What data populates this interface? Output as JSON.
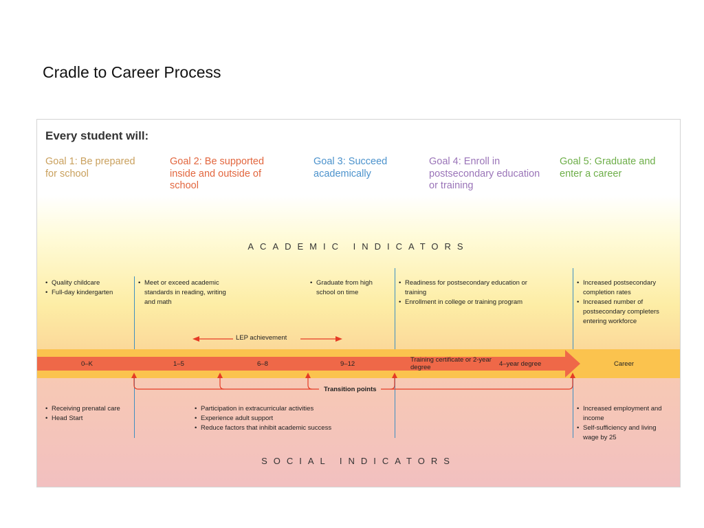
{
  "slide": {
    "title": "Cradle to Career Process"
  },
  "diagram": {
    "heading": "Every student will:",
    "goals": [
      {
        "label": "Goal 1: Be prepared for school",
        "color": "#c9a05d"
      },
      {
        "label": "Goal 2: Be supported inside and outside of school",
        "color": "#e2663e"
      },
      {
        "label": "Goal 3: Succeed academically",
        "color": "#4b92cc"
      },
      {
        "label": "Goal 4: Enroll in postsecondary education or training",
        "color": "#9a74b8"
      },
      {
        "label": "Goal 5: Graduate and enter a career",
        "color": "#6dae48"
      }
    ],
    "academic_label": "ACADEMIC INDICATORS",
    "social_label": "SOCIAL INDICATORS",
    "academic": {
      "col1": [
        "Quality childcare",
        "Full-day kindergarten"
      ],
      "col2": [
        "Meet or exceed academic standards in reading, writing and math"
      ],
      "col3": [
        "Graduate from high school on time"
      ],
      "col4": [
        "Readiness for postsecondary education or training",
        "Enrollment in college or training program"
      ],
      "col5": [
        "Increased postsecondary completion rates",
        "Increased number of postsecondary completers entering workforce"
      ]
    },
    "lep": "LEP achievement",
    "stages": {
      "s0": "0–K",
      "s1": "1–5",
      "s2": "6–8",
      "s3": "9–12",
      "s4": "Training certificate or 2-year degree",
      "s5": "4–year degree",
      "s6": "Career"
    },
    "transition_label": "Transition points",
    "social": {
      "col1": [
        "Receiving prenatal care",
        "Head Start"
      ],
      "col2": [
        "Participation in extracurricular activities",
        "Experience adult support",
        "Reduce factors that inhibit academic success"
      ],
      "col3": [
        "Increased employment and income",
        "Self-sufficiency and living wage by 25"
      ]
    }
  }
}
